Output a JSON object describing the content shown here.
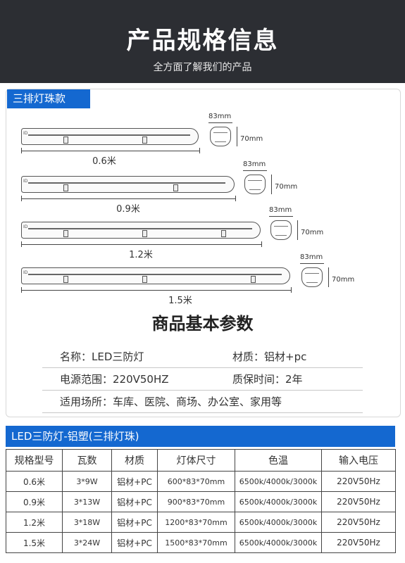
{
  "header": {
    "title": "产品规格信息",
    "subtitle": "全方面了解我们的产品"
  },
  "section_tag": "三排灯珠款",
  "lamps": [
    {
      "length_label": "0.6米",
      "width_label": "83mm",
      "height_label": "70mm"
    },
    {
      "length_label": "0.9米",
      "width_label": "83mm",
      "height_label": "70mm"
    },
    {
      "length_label": "1.2米",
      "width_label": "83mm",
      "height_label": "70mm"
    },
    {
      "length_label": "1.5米",
      "width_label": "83mm",
      "height_label": "70mm"
    }
  ],
  "endcap_text": "ID",
  "params": {
    "title": "商品基本参数",
    "name": "名称：LED三防灯",
    "material": "材质：铝材+pc",
    "voltage": "电源范围：220V50HZ",
    "warranty": "质保时间：2年",
    "usage": "适用场所：车库、医院、商场、办公室、家用等"
  },
  "table": {
    "title": "LED三防灯-铝塑(三排灯珠)",
    "headers": [
      "规格型号",
      "瓦数",
      "材质",
      "灯体尺寸",
      "色温",
      "输入电压"
    ],
    "rows": [
      [
        "0.6米",
        "3*9W",
        "铝材+PC",
        "600*83*70mm",
        "6500k/4000k/3000k",
        "220V50Hz"
      ],
      [
        "0.9米",
        "3*13W",
        "铝材+PC",
        "900*83*70mm",
        "6500k/4000k/3000k",
        "220V50Hz"
      ],
      [
        "1.2米",
        "3*18W",
        "铝材+PC",
        "1200*83*70mm",
        "6500k/4000k/3000k",
        "220V50Hz"
      ],
      [
        "1.5米",
        "3*24W",
        "铝材+PC",
        "1500*83*70mm",
        "6500k/4000k/3000k",
        "220V50Hz"
      ]
    ]
  },
  "colors": {
    "header_bg": "#2c2e33",
    "accent_blue": "#1468d0"
  }
}
